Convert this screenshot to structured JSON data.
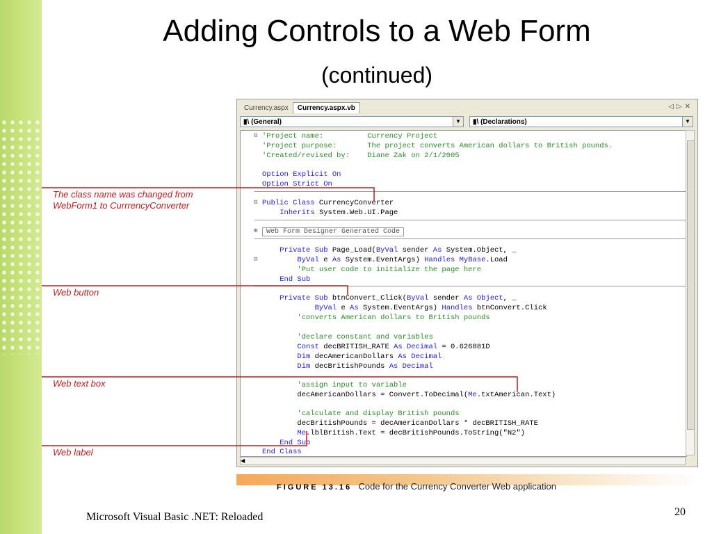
{
  "title": "Adding Controls to a Web Form",
  "subtitle": "(continued)",
  "ide": {
    "tabs": [
      "Currency.aspx",
      "Currency.aspx.vb"
    ],
    "combo_left": "(General)",
    "combo_right": "(Declarations)",
    "region_label": "Web Form Designer Generated Code"
  },
  "code": {
    "l1a": "'Project name:",
    "l1b": "Currency Project",
    "l2a": "'Project purpose:",
    "l2b": "The project converts American dollars to British pounds.",
    "l3a": "'Created/revised by:",
    "l3b": "Diane Zak on 2/1/2005",
    "l4": "Option Explicit On",
    "l5": "Option Strict On",
    "l6a": "Public Class",
    "l6b": " CurrencyConverter",
    "l7a": "Inherits",
    "l7b": " System.Web.UI.Page",
    "l8a": "Private Sub",
    "l8b": " Page_Load(",
    "l8c": "ByVal",
    "l8d": " sender ",
    "l8e": "As",
    "l8f": " System.Object, _",
    "l9a": "ByVal",
    "l9b": " e ",
    "l9c": "As",
    "l9d": " System.EventArgs) ",
    "l9e": "Handles MyBase",
    "l9f": ".Load",
    "l10": "'Put user code to initialize the page here",
    "l11": "End Sub",
    "l12a": "Private Sub",
    "l12b": " btnConvert_Click(",
    "l12c": "ByVal",
    "l12d": " sender ",
    "l12e": "As Object",
    "l12f": ", _",
    "l13a": "ByVal",
    "l13b": " e ",
    "l13c": "As",
    "l13d": " System.EventArgs) ",
    "l13e": "Handles",
    "l13f": " btnConvert.Click",
    "l14": "'converts American dollars to British pounds",
    "l15": "'declare constant and variables",
    "l16a": "Const",
    "l16b": " decBRITISH_RATE ",
    "l16c": "As Decimal",
    "l16d": " = 0.626881D",
    "l17a": "Dim",
    "l17b": " decAmericanDollars ",
    "l17c": "As Decimal",
    "l18a": "Dim",
    "l18b": " decBritishPounds ",
    "l18c": "As Decimal",
    "l19": "'assign input to variable",
    "l20a": "decAmericanDollars = Convert.ToDecimal(",
    "l20b": "Me",
    "l20c": ".txtAmerican.Text)",
    "l21": "'calculate and display British pounds",
    "l22": "decBritishPounds = decAmericanDollars * decBRITISH_RATE",
    "l23a": "Me",
    "l23b": ".lblBritish.Text = decBritishPounds.ToString(\"N2\")",
    "l24": "End Sub",
    "l25": "End Class"
  },
  "callouts": {
    "c1": "The class name was changed from",
    "c1b": "WebForm1 to CurrrencyConverter",
    "c2": "Web button",
    "c3": "Web text box",
    "c4": "Web label"
  },
  "figure": {
    "label": "FIGURE 13.16",
    "caption": "Code for the Currency Converter Web application"
  },
  "footer": "Microsoft Visual Basic .NET: Reloaded",
  "page_number": "20",
  "colors": {
    "callout": "#b82020",
    "keyword": "#1c1cd6",
    "comment": "#2a8a2a",
    "sidebar": "#c8e37c"
  }
}
